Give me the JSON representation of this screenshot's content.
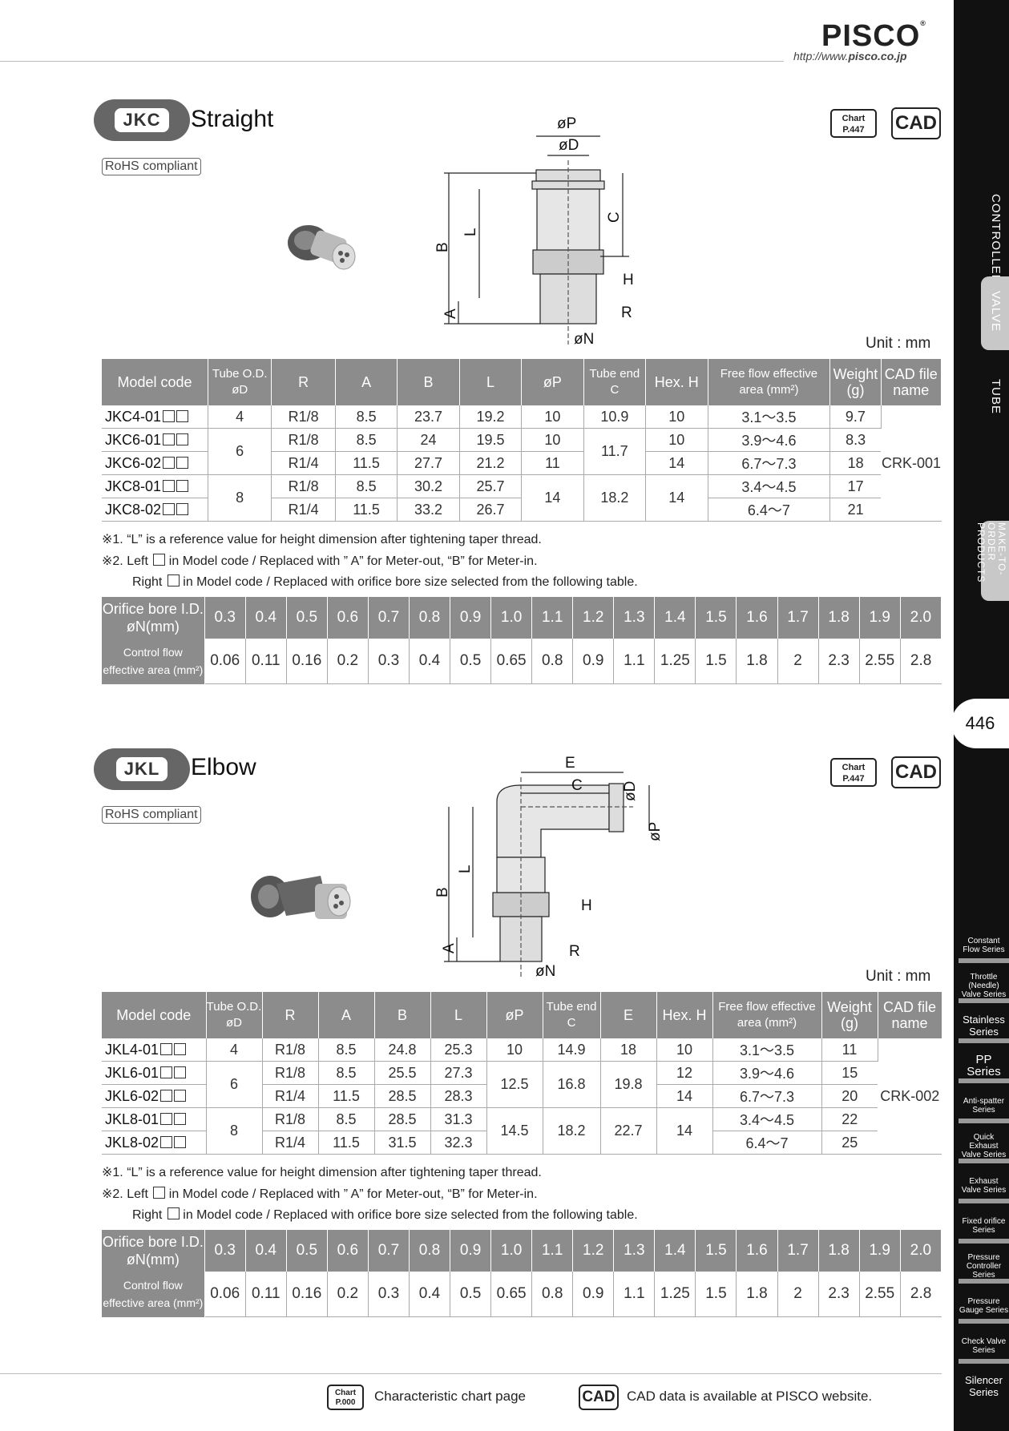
{
  "header": {
    "brand": "PISCO",
    "url_prefix": "http://www.",
    "url_domain": "pisco.co.jp"
  },
  "sidebar": {
    "tabs": [
      "CONTROLLER",
      "VALVE",
      "TUBE",
      "MAKE-TO-ORDER PRODUCTS"
    ],
    "page_number": "446",
    "series": [
      "Constant Flow Series",
      "Throttle (Needle) Valve Series",
      "Stainless Series",
      "PP Series",
      "Anti-spatter Series",
      "Quick Exhaust Valve Series",
      "Exhaust Valve Series",
      "Fixed orifice Series",
      "Pressure Controller Series",
      "Pressure Gauge Series",
      "Check Valve Series",
      "Silencer Series"
    ]
  },
  "sections": [
    {
      "badge": "JKC",
      "title": "Straight",
      "rohs": "RoHS compliant",
      "chart_label": "Chart",
      "chart_page": "P.447",
      "cad": "CAD",
      "unit": "Unit : mm",
      "dims": {
        "op": "øP",
        "od": "øD",
        "b": "B",
        "l": "L",
        "c": "C",
        "h": "H",
        "a": "A",
        "r": "R",
        "on": "øN"
      },
      "headers": [
        "Model code",
        "Tube O.D. øD",
        "R",
        "A",
        "B",
        "L",
        "øP",
        "Tube end C",
        "Hex. H",
        "Free flow effective area (mm²)",
        "Weight (g)",
        "CAD file name"
      ],
      "rows": [
        {
          "model": "JKC4-01",
          "od": "4",
          "r": "R1/8",
          "a": "8.5",
          "b": "23.7",
          "l": "19.2",
          "p": "10",
          "c": "10.9",
          "h": "10",
          "area": "3.1～3.5",
          "w": "9.7"
        },
        {
          "model": "JKC6-01",
          "od": "6",
          "r": "R1/8",
          "a": "8.5",
          "b": "24",
          "l": "19.5",
          "p": "10",
          "c": "11.7",
          "h": "10",
          "area": "3.9～4.6",
          "w": "8.3"
        },
        {
          "model": "JKC6-02",
          "r": "R1/4",
          "a": "11.5",
          "b": "27.7",
          "l": "21.2",
          "p": "11",
          "h": "14",
          "area": "6.7～7.3",
          "w": "18"
        },
        {
          "model": "JKC8-01",
          "od": "8",
          "r": "R1/8",
          "a": "8.5",
          "b": "30.2",
          "l": "25.7",
          "p": "14",
          "c": "18.2",
          "h": "14",
          "area": "3.4～4.5",
          "w": "17"
        },
        {
          "model": "JKC8-02",
          "r": "R1/4",
          "a": "11.5",
          "b": "33.2",
          "l": "26.7",
          "area": "6.4～7",
          "w": "21"
        }
      ],
      "cad_file": "CRK-001"
    },
    {
      "badge": "JKL",
      "title": "Elbow",
      "rohs": "RoHS compliant",
      "chart_label": "Chart",
      "chart_page": "P.447",
      "cad": "CAD",
      "unit": "Unit : mm",
      "dims": {
        "e": "E",
        "c": "C",
        "od": "øD",
        "op": "øP",
        "b": "B",
        "l": "L",
        "h": "H",
        "a": "A",
        "r": "R",
        "on": "øN"
      },
      "headers": [
        "Model code",
        "Tube O.D. øD",
        "R",
        "A",
        "B",
        "L",
        "øP",
        "Tube end C",
        "E",
        "Hex. H",
        "Free flow effective area (mm²)",
        "Weight (g)",
        "CAD file name"
      ],
      "rows": [
        {
          "model": "JKL4-01",
          "od": "4",
          "r": "R1/8",
          "a": "8.5",
          "b": "24.8",
          "l": "25.3",
          "p": "10",
          "c": "14.9",
          "e": "18",
          "h": "10",
          "area": "3.1～3.5",
          "w": "11"
        },
        {
          "model": "JKL6-01",
          "od": "6",
          "r": "R1/8",
          "a": "8.5",
          "b": "25.5",
          "l": "27.3",
          "p": "12.5",
          "c": "16.8",
          "e": "19.8",
          "h": "12",
          "area": "3.9～4.6",
          "w": "15"
        },
        {
          "model": "JKL6-02",
          "r": "R1/4",
          "a": "11.5",
          "b": "28.5",
          "l": "28.3",
          "h": "14",
          "area": "6.7～7.3",
          "w": "20"
        },
        {
          "model": "JKL8-01",
          "od": "8",
          "r": "R1/8",
          "a": "8.5",
          "b": "28.5",
          "l": "31.3",
          "p": "14.5",
          "c": "18.2",
          "e": "22.7",
          "h": "14",
          "area": "3.4～4.5",
          "w": "22"
        },
        {
          "model": "JKL8-02",
          "r": "R1/4",
          "a": "11.5",
          "b": "31.5",
          "l": "32.3",
          "area": "6.4～7",
          "w": "25"
        }
      ],
      "cad_file": "CRK-002"
    }
  ],
  "notes": {
    "n1": "※1. “L” is a reference value for height dimension after tightening taper thread.",
    "n2a": "※2. Left",
    "n2b": "in Model code / Replaced with ” A” for Meter-out, “B” for Meter-in.",
    "n3a": "Right",
    "n3b": "in Model code / Replaced with orifice bore size selected from the following table."
  },
  "orifice": {
    "row1_label": "Orifice bore I.D. øN(mm)",
    "row2_label": "Control flow effective area (mm²)",
    "sizes": [
      "0.3",
      "0.4",
      "0.5",
      "0.6",
      "0.7",
      "0.8",
      "0.9",
      "1.0",
      "1.1",
      "1.2",
      "1.3",
      "1.4",
      "1.5",
      "1.6",
      "1.7",
      "1.8",
      "1.9",
      "2.0"
    ],
    "areas": [
      "0.06",
      "0.11",
      "0.16",
      "0.2",
      "0.3",
      "0.4",
      "0.5",
      "0.65",
      "0.8",
      "0.9",
      "1.1",
      "1.25",
      "1.5",
      "1.8",
      "2",
      "2.3",
      "2.55",
      "2.8"
    ]
  },
  "footer": {
    "chart_label": "Chart",
    "chart_page": "P.000",
    "chart_text": "Characteristic chart page",
    "cad": "CAD",
    "cad_text": "CAD data is available at PISCO website."
  },
  "colors": {
    "header_gray": "#8c8c8c",
    "sidebar_black": "#111111"
  }
}
